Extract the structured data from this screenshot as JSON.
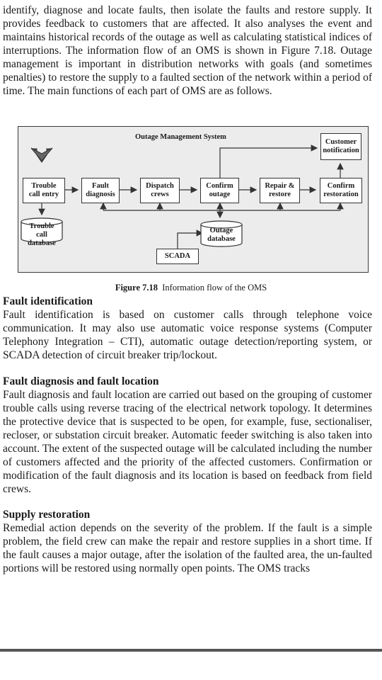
{
  "intro": "identify, diagnose and locate faults, then isolate the faults and restore supply. It provides feedback to customers that are affected. It also analyses the event and maintains historical records of the outage as well as calculating statistical indices of interruptions. The information flow of an OMS is shown in Figure 7.18. Outage management is important in distribution networks with goals (and sometimes penalties) to restore the supply to a faulted section of the network within a period of time. The main functions of each part of OMS are as follows.",
  "figure": {
    "title": "Outage Management System",
    "boxes": {
      "trouble_call_entry": [
        "Trouble",
        "call entry"
      ],
      "fault_diagnosis": [
        "Fault",
        "diagnosis"
      ],
      "dispatch_crews": [
        "Dispatch",
        "crews"
      ],
      "confirm_outage": [
        "Confirm",
        "outage"
      ],
      "repair_restore": [
        "Repair &",
        "restore"
      ],
      "confirm_restoration": [
        "Confirm",
        "restoration"
      ],
      "customer_notification": [
        "Customer",
        "notification"
      ],
      "scada": "SCADA"
    },
    "databases": {
      "trouble_call_database": [
        "Trouble",
        "call database"
      ],
      "outage_database": [
        "Outage",
        "database"
      ]
    },
    "caption_num": "Figure 7.18",
    "caption_text": "Information flow of the OMS"
  },
  "sections": [
    {
      "heading": "Fault identification",
      "body": "Fault identification is based on customer calls through telephone voice communication. It may also use automatic voice response systems (Computer Telephony Integration – CTI), automatic outage detection/reporting system, or SCADA detection of circuit breaker trip/lockout."
    },
    {
      "heading": "Fault diagnosis and fault location",
      "body": "Fault diagnosis and fault location are carried out based on the grouping of customer trouble calls using reverse tracing of the electrical network topology. It determines the protective device that is suspected to be open, for example, fuse, sectionaliser, recloser, or substation circuit breaker. Automatic feeder switching is also taken into account. The extent of the suspected outage will be calculated including the number of customers affected and the priority of the affected customers. Confirmation or modification of the fault diagnosis and its location is based on feedback from field crews."
    },
    {
      "heading": "Supply restoration",
      "body": "Remedial action depends on the severity of the problem. If the fault is a simple problem, the field crew can make the repair and restore supplies in a short time. If the fault causes a major outage, after the isolation of the faulted area, the un-faulted portions will be restored using normally open points. The OMS tracks"
    }
  ]
}
